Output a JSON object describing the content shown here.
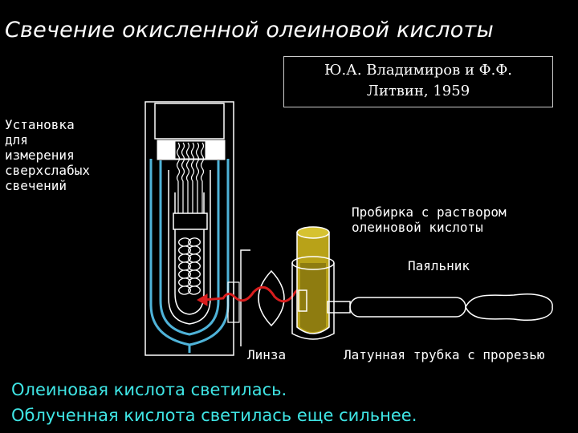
{
  "title": "Свечение окисленной олеиновой кислоты",
  "authors": {
    "line1": "Ю.А. Владимиров и Ф.Ф.",
    "line2": "Литвин, 1959"
  },
  "labels": {
    "setup": [
      "Установка",
      "для",
      "измерения",
      "сверхслабых",
      "свечений"
    ],
    "tube": [
      "Пробирка с раствором",
      "олеиновой кислоты"
    ],
    "soldering_iron": "Паяльник",
    "lens": "Линза",
    "brass_tube": "Латунная трубка с прорезью"
  },
  "conclusions": [
    "Олеиновая кислота светилась.",
    "Облученная кислота светилась еще сильнее."
  ],
  "colors": {
    "background": "#000000",
    "text": "#ffffff",
    "conclusion": "#3fe5e5",
    "dewar": "#4fb3d9",
    "tube_fill": "#9e8a12",
    "tube_body": "#b8a218",
    "light_arrow": "#d81e1e"
  }
}
